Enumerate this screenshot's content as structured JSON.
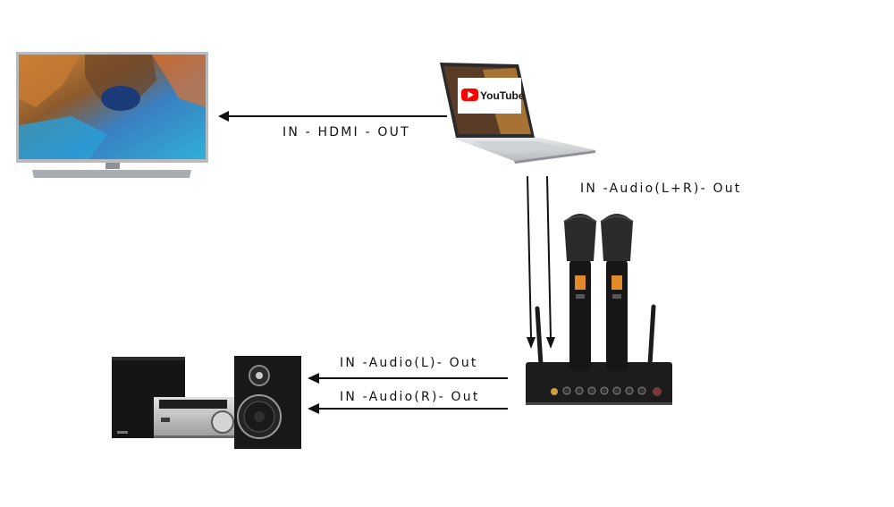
{
  "labels": {
    "hdmi": "IN - HDMI - OUT",
    "audio_lr": "IN -Audio(L+R)- Out",
    "audio_l": "IN -Audio(L)- Out",
    "audio_r": "IN -Audio(R)- Out"
  },
  "laptop": {
    "screen_logo_text": "YouTube",
    "logo_color": "#ff0000"
  },
  "devices": [
    "tv-icon",
    "laptop-icon",
    "wireless-microphone-receiver-icon",
    "stereo-system-icon"
  ],
  "colors": {
    "arrow": "#111111",
    "background": "#ffffff"
  }
}
